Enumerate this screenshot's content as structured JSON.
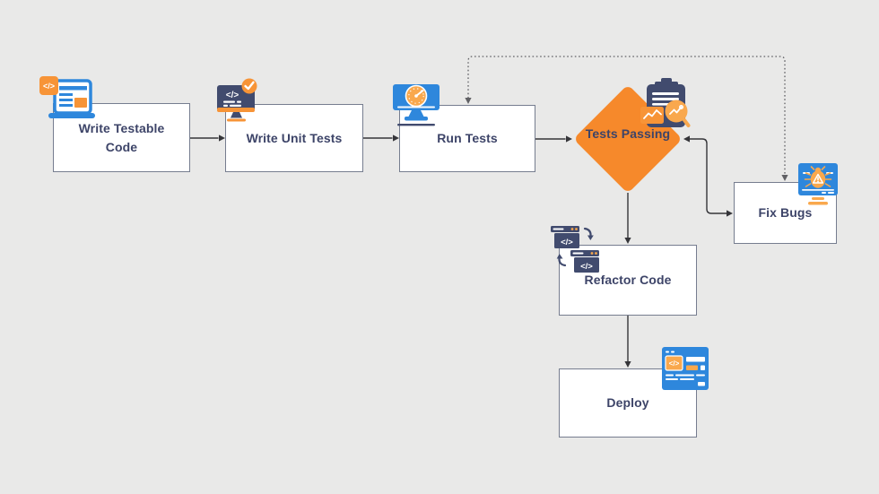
{
  "nodes": [
    {
      "id": "write-testable-code",
      "label": "Write Testable Code",
      "shape": "process",
      "icon": "laptop-code-icon"
    },
    {
      "id": "write-unit-tests",
      "label": "Write Unit Tests",
      "shape": "process",
      "icon": "monitor-code-check-icon"
    },
    {
      "id": "run-tests",
      "label": "Run Tests",
      "shape": "process",
      "icon": "monitor-gauge-icon"
    },
    {
      "id": "tests-passing",
      "label": "Tests Passing",
      "shape": "decision",
      "icon": "clipboard-magnifier-icon"
    },
    {
      "id": "fix-bugs",
      "label": "Fix Bugs",
      "shape": "process",
      "icon": "monitor-bug-icon"
    },
    {
      "id": "refactor-code",
      "label": "Refactor Code",
      "shape": "process",
      "icon": "refactor-windows-icon"
    },
    {
      "id": "deploy",
      "label": "Deploy",
      "shape": "process",
      "icon": "browser-code-icon"
    }
  ],
  "edges": [
    {
      "from": "write-testable-code",
      "to": "write-unit-tests",
      "style": "solid",
      "arrows": "end"
    },
    {
      "from": "write-unit-tests",
      "to": "run-tests",
      "style": "solid",
      "arrows": "end"
    },
    {
      "from": "run-tests",
      "to": "tests-passing",
      "style": "solid",
      "arrows": "end"
    },
    {
      "from": "tests-passing",
      "to": "fix-bugs",
      "style": "solid",
      "arrows": "both"
    },
    {
      "from": "tests-passing",
      "to": "refactor-code",
      "style": "solid",
      "arrows": "end"
    },
    {
      "from": "refactor-code",
      "to": "deploy",
      "style": "solid",
      "arrows": "end"
    },
    {
      "from": "fix-bugs",
      "to": "run-tests",
      "style": "dotted",
      "arrows": "both"
    }
  ],
  "icon_glyphs": {
    "code": "</>"
  },
  "colors": {
    "background": "#e9e9e8",
    "node_fill": "#ffffff",
    "node_border": "#767d8f",
    "label_text": "#3d4468",
    "decision_fill": "#f6892b",
    "icon_blue": "#2e87dc",
    "icon_navy": "#414b6e",
    "icon_orange": "#f79437",
    "icon_orange_light": "#f9a84d",
    "connector": "#353539",
    "connector_dotted": "#606064"
  }
}
